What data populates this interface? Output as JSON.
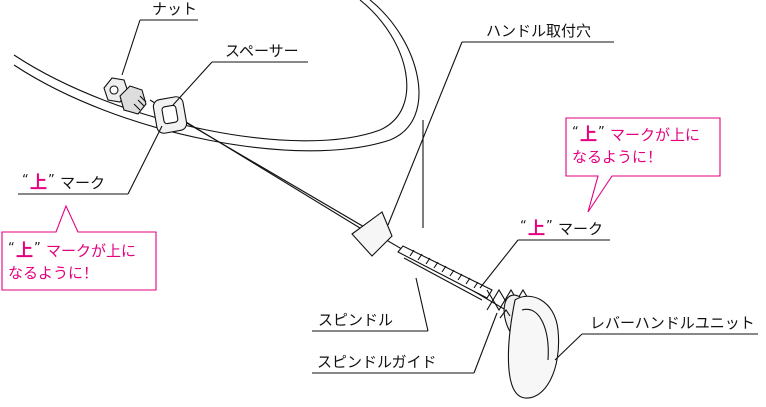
{
  "labels": {
    "nut": "ナット",
    "spacer": "スペーサー",
    "handle_hole": "ハンドル取付穴",
    "spindle": "スピンドル",
    "spindle_guide": "スピンドルガイド",
    "lever_handle_unit": "レバーハンドルユニット",
    "up_mark_left": "マーク",
    "up_mark_right": "マーク"
  },
  "up_char": "上",
  "quote_open": "“",
  "quote_close": "”",
  "callouts": {
    "left": {
      "line1": "マークが上に",
      "line2": "なるように！"
    },
    "right": {
      "line1": "マークが上に",
      "line2": "なるように！"
    }
  },
  "colors": {
    "accent": "#e4007f",
    "line": "#111111",
    "background": "#ffffff"
  }
}
